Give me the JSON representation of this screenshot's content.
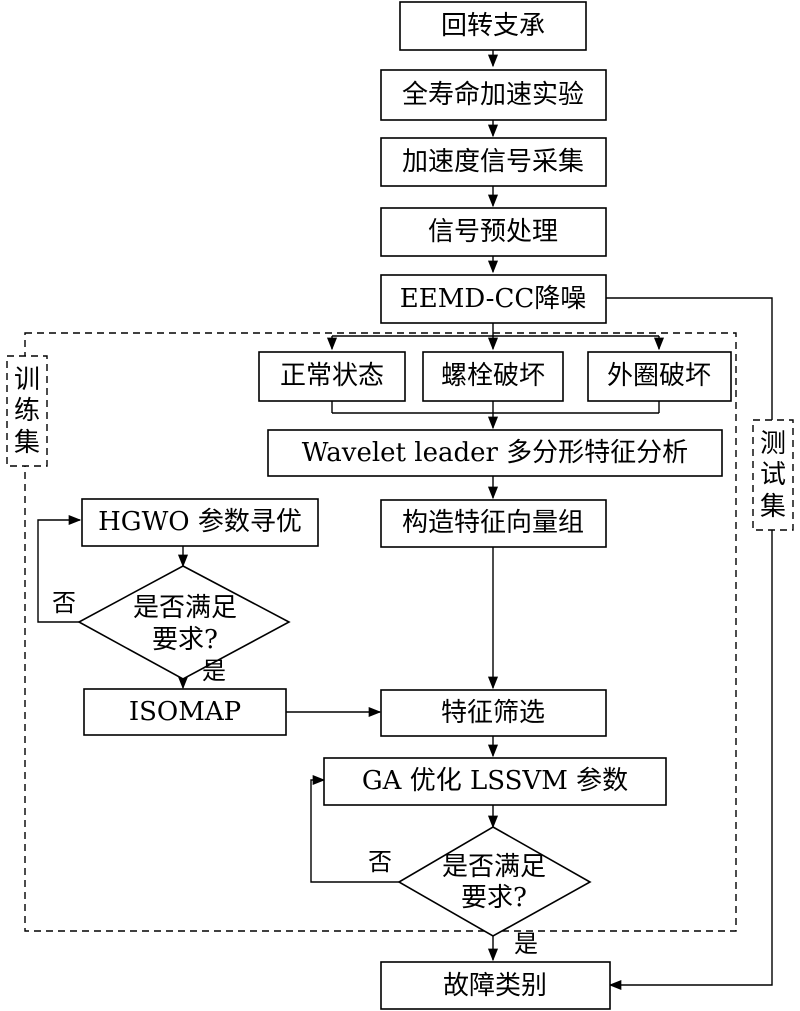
{
  "nodes": {
    "slewing_bearing": "回转支承",
    "full_life_test": "全寿命加速实验",
    "acceleration_acquisition": "加速度信号采集",
    "signal_preprocessing": "信号预处理",
    "eemd_cc_denoise": "EEMD-CC降噪",
    "normal_state": "正常状态",
    "bolt_damage": "螺栓破坏",
    "outer_ring_damage": "外圈破坏",
    "wavelet_leader": "Wavelet leader 多分形特征分析",
    "hgwo_optimization": "HGWO 参数寻优",
    "feature_vector_group": "构造特征向量组",
    "hgwo_decision_line1": "是否满足",
    "hgwo_decision_line2": "要求?",
    "isomap": "ISOMAP",
    "feature_selection": "特征筛选",
    "ga_lssvm": "GA 优化 LSSVM 参数",
    "ga_decision_line1": "是否满足",
    "ga_decision_line2": "要求?",
    "fault_category": "故障类别"
  },
  "edge_labels": {
    "hgwo_no": "否",
    "hgwo_yes": "是",
    "ga_no": "否",
    "ga_yes": "是"
  },
  "groups": {
    "training_set": [
      "训",
      "练",
      "集"
    ],
    "test_set": [
      "测",
      "试",
      "集"
    ]
  }
}
